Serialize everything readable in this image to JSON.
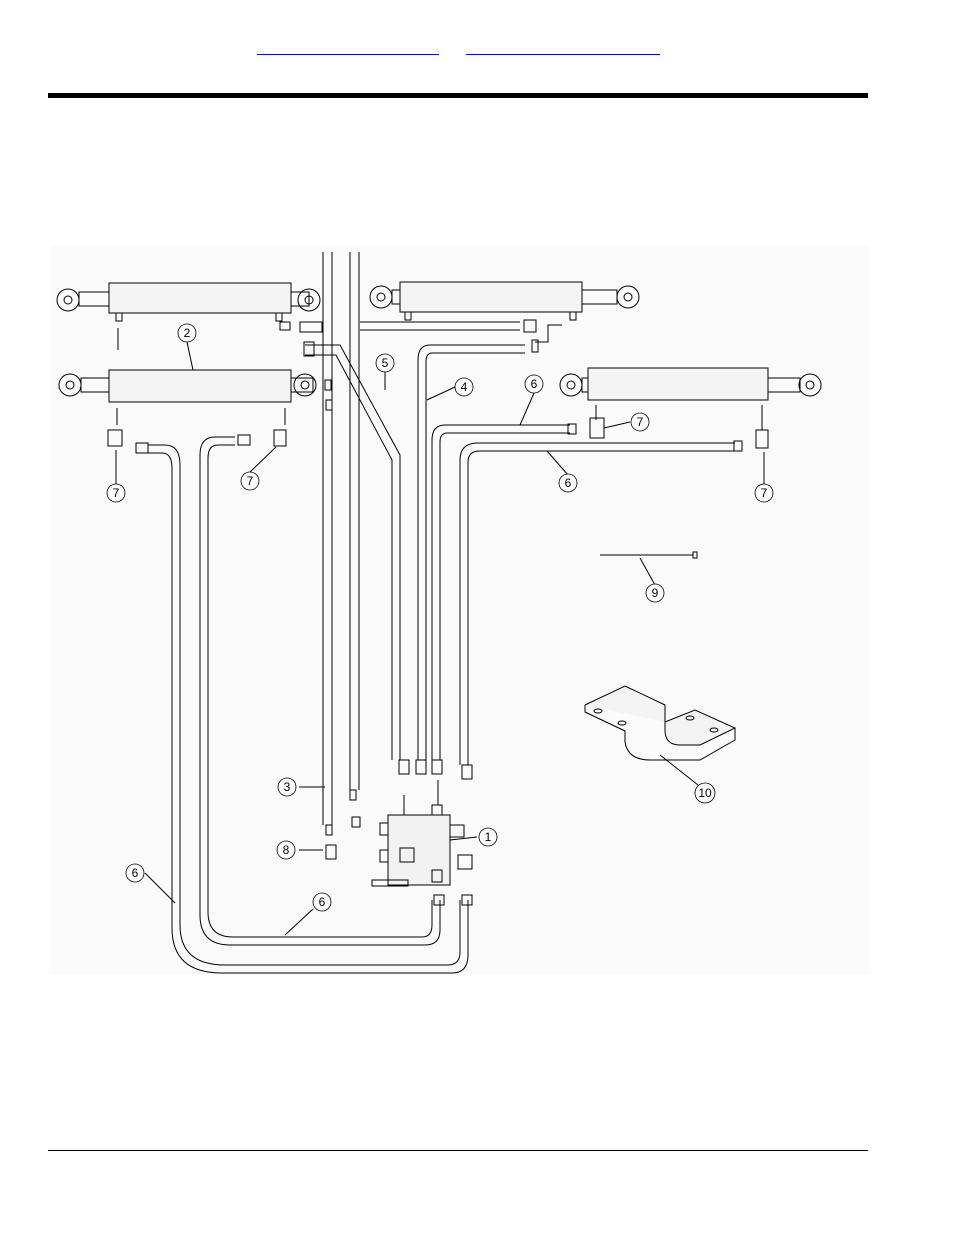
{
  "header": {
    "links": [
      {
        "text": ""
      },
      {
        "text": ""
      }
    ]
  },
  "drawing": {
    "callouts": {
      "c1": "1",
      "c2": "2",
      "c3": "3",
      "c4": "4",
      "c5": "5",
      "c6a": "6",
      "c6b": "6",
      "c6c": "6",
      "c6d": "6",
      "c7a": "7",
      "c7b": "7",
      "c7c": "7",
      "c7d": "7",
      "c8": "8",
      "c9": "9",
      "c10": "10"
    }
  }
}
